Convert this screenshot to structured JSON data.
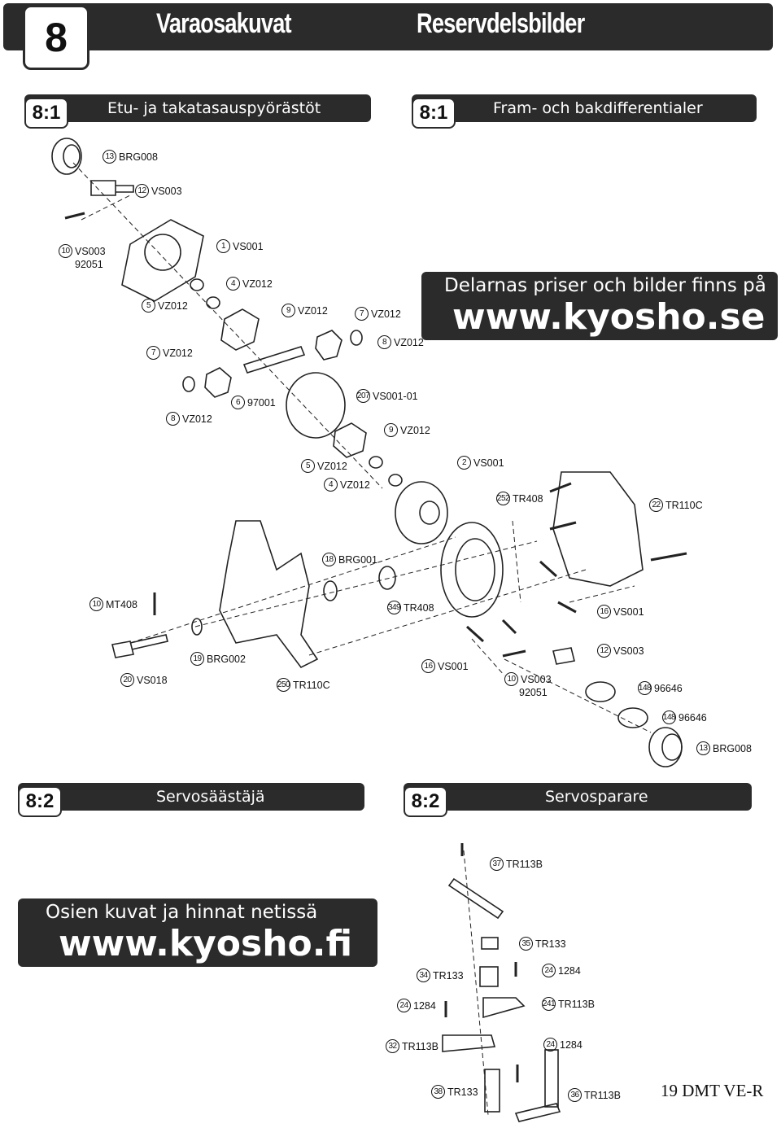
{
  "header": {
    "page_number": "8",
    "title_fi": "Varaosakuvat",
    "title_sv": "Reservdelsbilder"
  },
  "sections": {
    "s81_fi": {
      "num": "8:1",
      "title": "Etu- ja takatasauspyörästöt"
    },
    "s81_sv": {
      "num": "8:1",
      "title": "Fram- och bakdifferentialer"
    },
    "s82_fi": {
      "num": "8:2",
      "title": "Servosäästäjä"
    },
    "s82_sv": {
      "num": "8:2",
      "title": "Servosparare"
    }
  },
  "info_sv": {
    "line1": "Delarnas priser och bilder finns på",
    "line2": "www.kyosho.se"
  },
  "info_fi": {
    "line1": "Osien kuvat ja hinnat netissä",
    "line2": "www.kyosho.fi"
  },
  "diff_parts": [
    {
      "n": "13",
      "code": "BRG008"
    },
    {
      "n": "12",
      "code": "VS003"
    },
    {
      "n": "10",
      "code": "VS003",
      "sub": "92051"
    },
    {
      "n": "1",
      "code": "VS001"
    },
    {
      "n": "4",
      "code": "VZ012"
    },
    {
      "n": "5",
      "code": "VZ012"
    },
    {
      "n": "9",
      "code": "VZ012"
    },
    {
      "n": "7",
      "code": "VZ012"
    },
    {
      "n": "7",
      "code": "VZ012"
    },
    {
      "n": "8",
      "code": "VZ012"
    },
    {
      "n": "8",
      "code": "VZ012"
    },
    {
      "n": "6",
      "code": "97001"
    },
    {
      "n": "207",
      "code": "VS001-01"
    },
    {
      "n": "9",
      "code": "VZ012"
    },
    {
      "n": "5",
      "code": "VZ012"
    },
    {
      "n": "2",
      "code": "VS001"
    },
    {
      "n": "4",
      "code": "VZ012"
    },
    {
      "n": "252",
      "code": "TR408"
    },
    {
      "n": "22",
      "code": "TR110C"
    },
    {
      "n": "18",
      "code": "BRG001"
    },
    {
      "n": "10",
      "code": "MT408"
    },
    {
      "n": "349",
      "code": "TR408"
    },
    {
      "n": "16",
      "code": "VS001"
    },
    {
      "n": "12",
      "code": "VS003"
    },
    {
      "n": "19",
      "code": "BRG002"
    },
    {
      "n": "16",
      "code": "VS001"
    },
    {
      "n": "20",
      "code": "VS018"
    },
    {
      "n": "250",
      "code": "TR110C"
    },
    {
      "n": "10",
      "code": "VS003",
      "sub": "92051"
    },
    {
      "n": "148",
      "code": "96646"
    },
    {
      "n": "148",
      "code": "96646"
    },
    {
      "n": "13",
      "code": "BRG008"
    }
  ],
  "servo_parts": [
    {
      "n": "37",
      "code": "TR113B"
    },
    {
      "n": "35",
      "code": "TR133"
    },
    {
      "n": "34",
      "code": "TR133"
    },
    {
      "n": "24",
      "code": "1284"
    },
    {
      "n": "24",
      "code": "1284"
    },
    {
      "n": "241",
      "code": "TR113B"
    },
    {
      "n": "32",
      "code": "TR113B"
    },
    {
      "n": "24",
      "code": "1284"
    },
    {
      "n": "38",
      "code": "TR133"
    },
    {
      "n": "36",
      "code": "TR113B"
    }
  ],
  "footer": {
    "page_ref": "19 DMT VE-R"
  }
}
